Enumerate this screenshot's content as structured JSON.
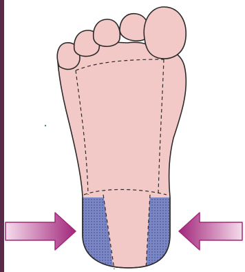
{
  "figure": {
    "subject": "foot-sole",
    "colors": {
      "background": "#ffffff",
      "edge_bar": "#5a2a4a",
      "skin": "#f3c9c7",
      "outline": "#2a2a2a",
      "heel_pad": "#7b86c4",
      "heel_pad_dots": "#3b4a8a",
      "arrow_dark": "#a2277b",
      "arrow_light": "#f6dcec"
    },
    "arrows": [
      {
        "name": "left-compression-arrow",
        "direction": "right"
      },
      {
        "name": "right-compression-arrow",
        "direction": "left"
      }
    ]
  }
}
